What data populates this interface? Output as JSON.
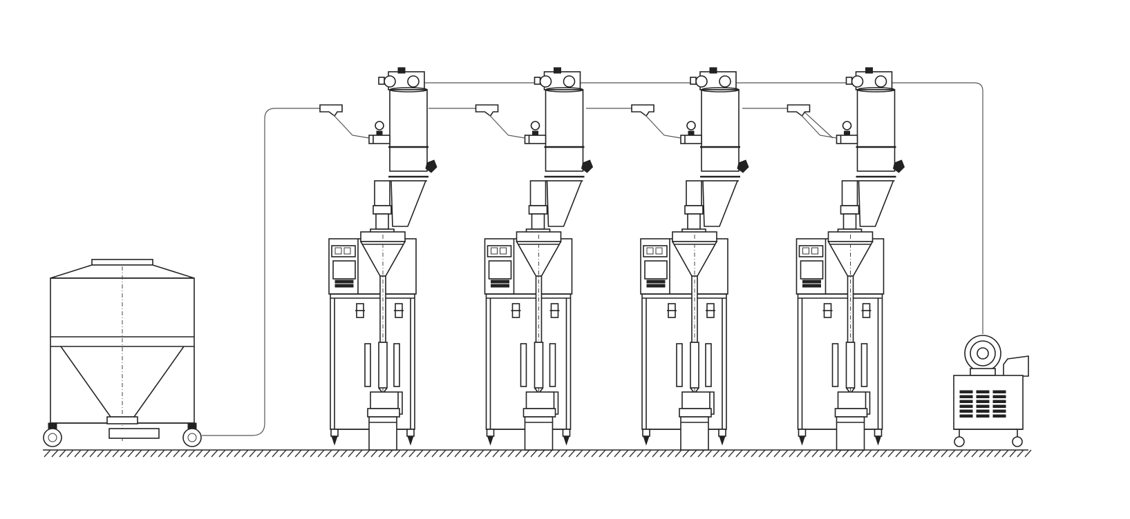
{
  "diagram": {
    "components": [
      {
        "id": "ibc-bin",
        "kind": "storage-bin",
        "icon": "ibc-bin-icon"
      },
      {
        "id": "filler-1",
        "kind": "auger-filler-with-vacuum-loader",
        "icon": "filler-machine-icon"
      },
      {
        "id": "filler-2",
        "kind": "auger-filler-with-vacuum-loader",
        "icon": "filler-machine-icon"
      },
      {
        "id": "filler-3",
        "kind": "auger-filler-with-vacuum-loader",
        "icon": "filler-machine-icon"
      },
      {
        "id": "filler-4",
        "kind": "auger-filler-with-vacuum-loader",
        "icon": "filler-machine-icon"
      },
      {
        "id": "vacuum-pump",
        "kind": "vacuum-pump-unit",
        "icon": "vacuum-pump-icon"
      }
    ],
    "connections": [
      {
        "from": "ibc-bin",
        "to": "filler-1",
        "kind": "material-line"
      },
      {
        "from": "filler-1",
        "to": "filler-2",
        "kind": "material-line"
      },
      {
        "from": "filler-2",
        "to": "filler-3",
        "kind": "material-line"
      },
      {
        "from": "filler-3",
        "to": "filler-4",
        "kind": "material-line"
      },
      {
        "from": "filler-1",
        "to": "vacuum-pump",
        "kind": "vacuum-line"
      },
      {
        "from": "filler-2",
        "to": "vacuum-pump",
        "kind": "vacuum-line"
      },
      {
        "from": "filler-3",
        "to": "vacuum-pump",
        "kind": "vacuum-line"
      },
      {
        "from": "filler-4",
        "to": "vacuum-pump",
        "kind": "vacuum-line"
      }
    ],
    "colors": {
      "line": "#222222",
      "background": "#ffffff"
    }
  }
}
